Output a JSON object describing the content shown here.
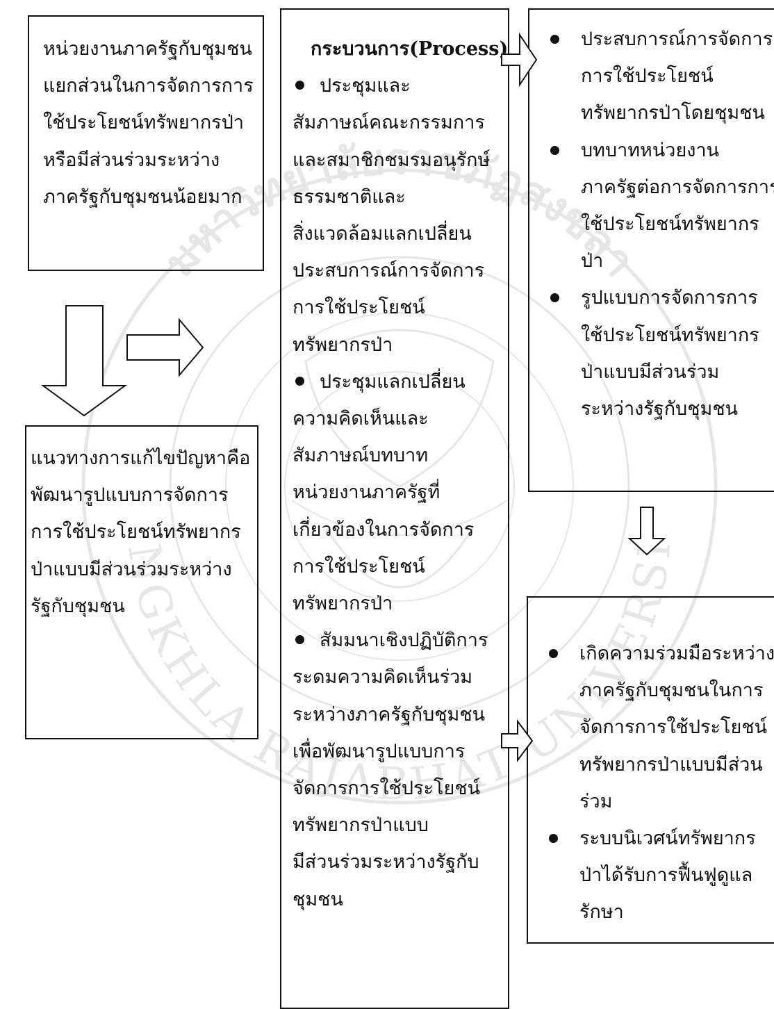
{
  "watermark": {
    "top_text": "มหาวิทยาลัยราชภัฏสงขลา",
    "bottom_text": "SONGKHLA RAJABHAT UNIVERSITY",
    "color": "#7a7a7a"
  },
  "problem_box": {
    "lines": [
      "หน่วยงานภาครัฐกับชุมชน",
      "แยกส่วนในการจัดการการ",
      "ใช้ประโยชน์ทรัพยากรป่า",
      "หรือมีส่วนร่วมระหว่าง",
      "ภาครัฐกับชุมชนน้อยมาก"
    ]
  },
  "solution_box": {
    "lines": [
      "แนวทางการแก้ไขปัญหาคือ",
      "พัฒนารูปแบบการจัดการ",
      "การใช้ประโยชน์ทรัพยากร",
      "ป่าแบบมีส่วนร่วมระหว่าง",
      "รัฐกับชุมชน"
    ]
  },
  "process_box": {
    "title": "กระบวนการ(Process)",
    "items": [
      {
        "first": "ประชุมและ",
        "rest": [
          "สัมภาษณ์คณะกรรมการ",
          "และสมาชิกชมรมอนุรักษ์",
          "ธรรมชาติและ",
          "สิ่งแวดล้อมแลกเปลี่ยน",
          "ประสบการณ์การจัดการ",
          "การใช้ประโยชน์",
          "ทรัพยากรป่า"
        ]
      },
      {
        "first": "ประชุมแลกเปลี่ยน",
        "rest": [
          "ความคิดเห็นและ",
          "สัมภาษณ์บทบาท",
          "หน่วยงานภาครัฐที่",
          "เกี่ยวข้องในการจัดการ",
          "การใช้ประโยชน์",
          "ทรัพยากรป่า"
        ]
      },
      {
        "first": "สัมมนาเชิงปฏิบัติการ",
        "rest": [
          "ระดมความคิดเห็นร่วม",
          "ระหว่างภาครัฐกับชุมชน",
          "เพื่อพัฒนารูปแบบการ",
          "จัดการการใช้ประโยชน์",
          "ทรัพยากรป่าแบบ",
          "มีส่วนร่วมระหว่างรัฐกับ",
          "ชุมชน"
        ]
      }
    ]
  },
  "output_box": {
    "items": [
      [
        "ประสบการณ์การจัดการ",
        "การใช้ประโยชน์",
        "ทรัพยากรป่าโดยชุมชน"
      ],
      [
        "บทบาทหน่วยงาน",
        "ภาครัฐต่อการจัดการการ",
        "ใช้ประโยชน์ทรัพยากร",
        "ป่า"
      ],
      [
        "รูปแบบการจัดการการ",
        "ใช้ประโยชน์ทรัพยากร",
        "ป่าแบบมีส่วนร่วม",
        "ระหว่างรัฐกับชุมชน"
      ]
    ]
  },
  "outcome_box": {
    "items": [
      [
        "เกิดความร่วมมือระหว่าง",
        "ภาครัฐกับชุมชนในการ",
        "จัดการการใช้ประโยชน์",
        "ทรัพยากรป่าแบบมีส่วน",
        "ร่วม"
      ],
      [
        "ระบบนิเวศน์ทรัพยากร",
        "ป่าได้รับการฟื้นฟูดูแล",
        "รักษา"
      ]
    ]
  }
}
